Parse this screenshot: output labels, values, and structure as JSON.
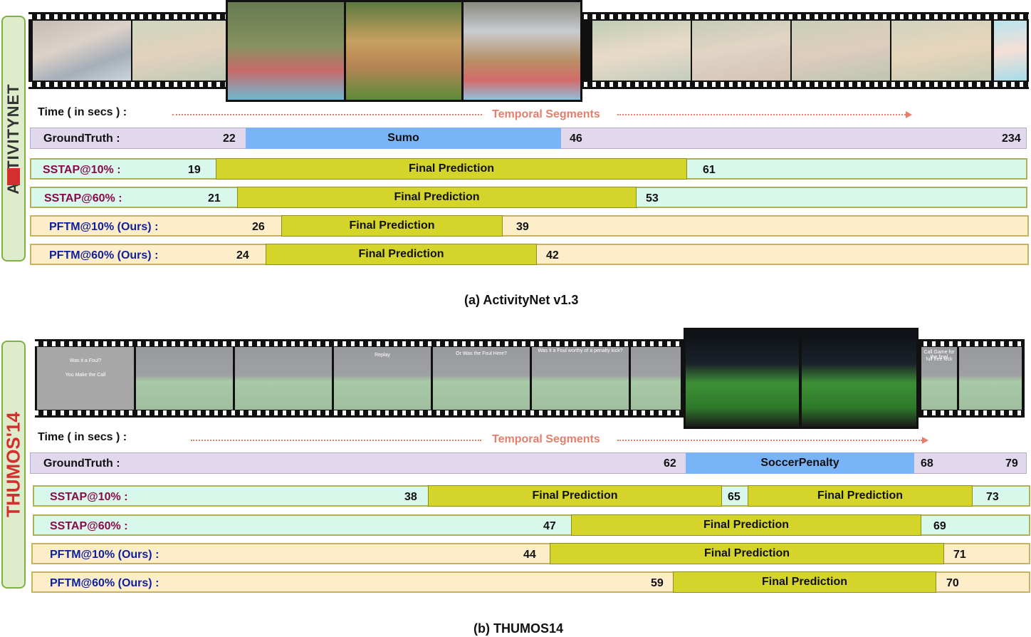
{
  "panels": [
    {
      "logo": "ACTIVITYNET",
      "time_label": "Time ( in secs ) :",
      "segments_label": "Temporal Segments",
      "caption": "(a) ActivityNet v1.3",
      "gt": {
        "label": "GroundTruth :",
        "start": "22",
        "end": "46",
        "total": "234",
        "segment": "Sumo"
      },
      "rows": [
        {
          "label": "SSTAP@10% :",
          "start": "19",
          "end": "61",
          "segment": "Final Prediction"
        },
        {
          "label": "SSTAP@60% :",
          "start": "21",
          "end": "53",
          "segment": "Final Prediction"
        },
        {
          "label": "PFTM@10% (Ours) :",
          "start": "26",
          "end": "39",
          "segment": "Final Prediction"
        },
        {
          "label": "PFTM@60% (Ours) :",
          "start": "24",
          "end": "42",
          "segment": "Final Prediction"
        }
      ]
    },
    {
      "logo": "THUMOS'14",
      "time_label": "Time ( in secs ) :",
      "segments_label": "Temporal Segments",
      "caption": "(b) THUMOS14",
      "frame_texts": [
        "Was it a Foul?",
        "You Make the Call",
        "Replay",
        "Or Was the Foul Here?",
        "Was it a Foul worthy of a penalty kick?",
        "Call Game for the final",
        "full free kick"
      ],
      "gt": {
        "label": "GroundTruth :",
        "start": "62",
        "end": "68",
        "total": "79",
        "segment": "SoccerPenalty"
      },
      "rows": [
        {
          "label": "SSTAP@10% :",
          "start": "38",
          "end": "65",
          "segment": "Final Prediction",
          "start2": "73",
          "segment2": "Final Prediction"
        },
        {
          "label": "SSTAP@60% :",
          "start": "47",
          "end": "69",
          "segment": "Final Prediction"
        },
        {
          "label": "PFTM@10% (Ours) :",
          "start": "44",
          "end": "71",
          "segment": "Final Prediction"
        },
        {
          "label": "PFTM@60% (Ours) :",
          "start": "59",
          "end": "70",
          "segment": "Final Prediction"
        }
      ]
    }
  ],
  "colors": {
    "groundtruth_bg": "#e2d8ee",
    "groundtruth_segment": "#7ab4f8",
    "sstap_bg": "#d7f8ea",
    "pftm_bg": "#fdedc8",
    "prediction": "#d4d42a",
    "sstap_label": "#8b0a4b",
    "pftm_label": "#0d1f9c",
    "segments_arrow": "#e57e6a",
    "activitynet_logo": "#d32f2f",
    "thumos_logo": "#d32f2f"
  }
}
